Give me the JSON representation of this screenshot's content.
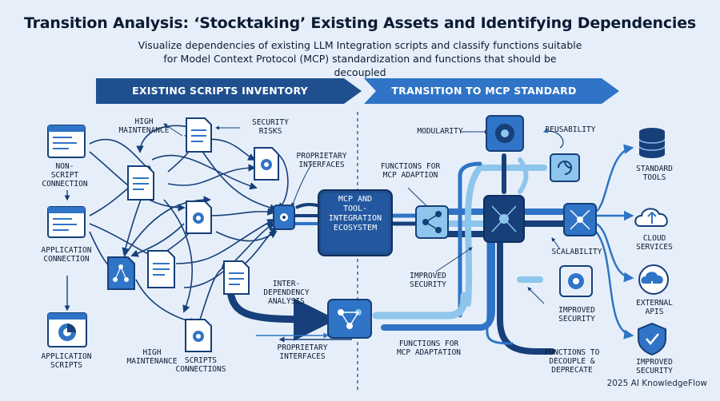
{
  "title": "Transition Analysis: ‘Stocktaking’ Existing Assets and Identifying Dependencies",
  "subtitle": "Visualize dependencies of existing LLM Integration scripts and classify functions suitable for Model Context Protocol (MCP) standardization and functions that should be decoupled",
  "banners": {
    "left": "EXISTING SCRIPTS INVENTORY",
    "right": "TRANSITION TO MCP STANDARD"
  },
  "hub": "MCP AND\nTOOL-\nINTEGRATION\nECOSYSTEM",
  "labels": {
    "high_maintenance_top": "HIGH\nMAINTENANCE",
    "security_risks": "SECURITY\nRISKS",
    "proprietary_interfaces_top": "PROPRIETARY\nINTERFACES",
    "non_script_connection": "NON-\nSCRIPT\nCONNECTION",
    "application_connection": "APPLICATION\nCONNECTION",
    "application_scripts": "APPLICATION\nSCRIPTS",
    "high_maintenance_bottom": "HIGH\nMAINTENANCE",
    "scripts_connections": "SCRIPTS\nCONNECTIONS",
    "interdependency_analysis": "INTER-\nDEPENDENCY\nANALYSIS",
    "proprietary_interfaces_bottom": "PROPRIETARY\nINTERFACES",
    "modularity": "MODULARITY",
    "reusability": "REUSABILITY",
    "functions_for_mcp_adaption": "FUNCTIONS FOR\nMCP ADAPTION",
    "scalability": "SCALABILITY",
    "improved_security_mid": "IMPROVED\nSECURITY",
    "improved_security_low": "IMPROVED\nSECURITY",
    "functions_for_mcp_adaptation": "FUNCTIONS FOR\nMCP ADAPTATION",
    "functions_to_decouple": "FUNCTIONS TO\nDECOUPLE &\nDEPRECATE",
    "standard_tools": "STANDARD\nTOOLS",
    "cloud_services": "CLOUD\nSERVICES",
    "external_apis": "EXTERNAL\nAPIS",
    "improved_security_right": "IMPROVED\nSECURITY"
  },
  "footer": "2025 AI KnowledgeFlow",
  "colors": {
    "navy": "#173f7a",
    "blue": "#2f74c6",
    "light_blue": "#8ec5ec",
    "background": "#e6eff9",
    "text": "#0b1b33"
  }
}
